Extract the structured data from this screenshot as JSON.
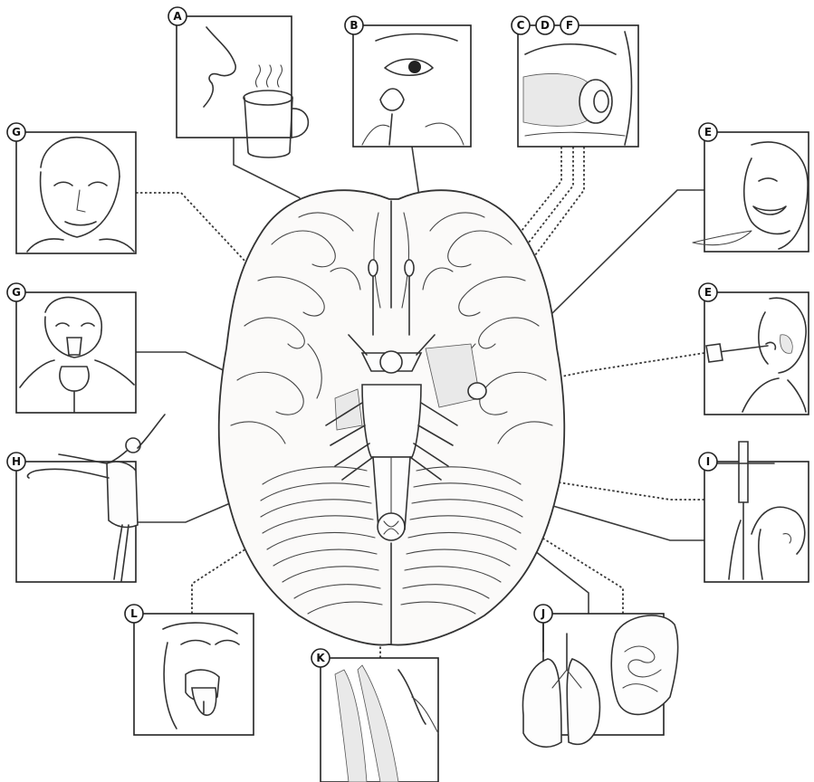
{
  "figure": {
    "panels": [
      {
        "id": "A",
        "label": "A",
        "icon": "nose-smelling-coffee-cup"
      },
      {
        "id": "B",
        "label": "B",
        "icon": "eye-looking-at-flower"
      },
      {
        "id": "CDF",
        "labels": [
          "C",
          "D",
          "F"
        ],
        "icon": "eye-muscles-cross-section"
      },
      {
        "id": "E1",
        "label": "E",
        "icon": "woman-face-feather-touch"
      },
      {
        "id": "G1",
        "label": "G",
        "icon": "man-face-expression"
      },
      {
        "id": "G2",
        "label": "G",
        "icon": "boy-licking-ice-cream"
      },
      {
        "id": "E2",
        "label": "E",
        "icon": "dentist-tool-at-mouth"
      },
      {
        "id": "H",
        "label": "H",
        "icon": "ballet-dancer-balance"
      },
      {
        "id": "I",
        "label": "I",
        "icon": "tongue-depressor-swallow"
      },
      {
        "id": "L",
        "label": "L",
        "icon": "face-sticking-out-tongue"
      },
      {
        "id": "K",
        "label": "K",
        "icon": "neck-muscles"
      },
      {
        "id": "J",
        "label": "J",
        "icon": "lungs-and-intestines"
      }
    ],
    "center_icon": "brain-inferior-view"
  }
}
